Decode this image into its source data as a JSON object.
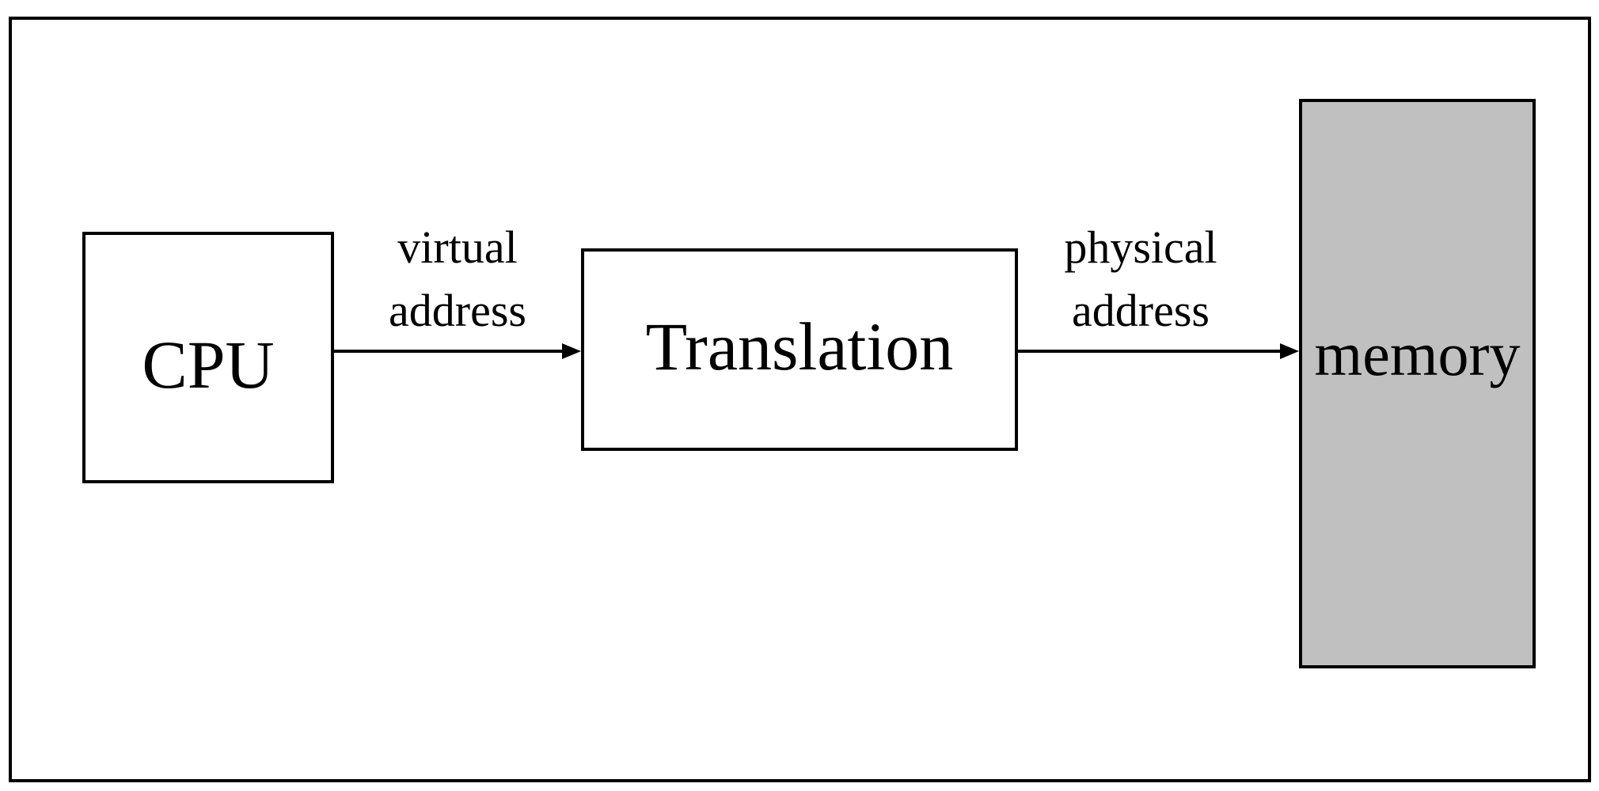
{
  "nodes": {
    "cpu": {
      "label": "CPU"
    },
    "translation": {
      "label": "Translation"
    },
    "memory": {
      "label": "memory"
    }
  },
  "edges": {
    "virtual": {
      "line1": "virtual",
      "line2": "address"
    },
    "physical": {
      "line1": "physical",
      "line2": "address"
    }
  },
  "colors": {
    "stroke": "#000000",
    "box_fill": "#ffffff",
    "memory_fill": "#c0c0c0"
  }
}
